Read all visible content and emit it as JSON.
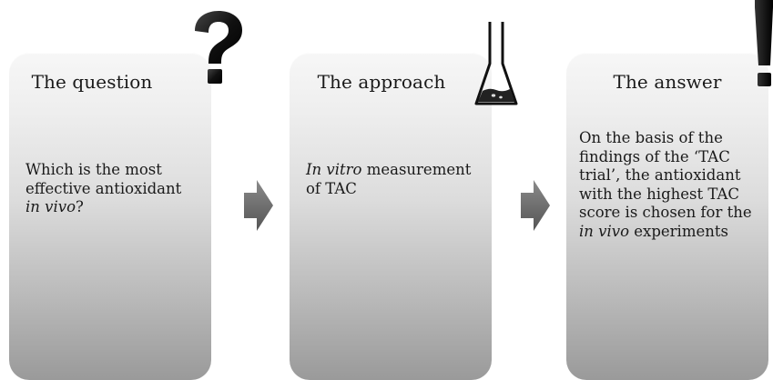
{
  "panels": {
    "question": {
      "title": "The question",
      "text_before": "Which is the most effective antioxidant ",
      "text_italic": "in vivo",
      "text_after": "?"
    },
    "approach": {
      "title": "The approach",
      "text_italic": "In vitro",
      "text_after": " measurement of TAC"
    },
    "answer": {
      "title": "The answer",
      "text_before": "On the basis of the findings of the ‘TAC trial’, the antioxidant with the highest TAC score is chosen for the ",
      "text_italic": "in vivo",
      "text_after": " experiments"
    }
  },
  "icons": {
    "question": "question-mark-icon",
    "approach": "flask-icon",
    "answer": "exclamation-mark-icon",
    "arrow": "right-arrow-icon"
  },
  "colors": {
    "panel_top": "#f7f7f7",
    "panel_bottom": "#9a9a9a",
    "arrow": "#6b6b6b",
    "icon": "#111111"
  }
}
